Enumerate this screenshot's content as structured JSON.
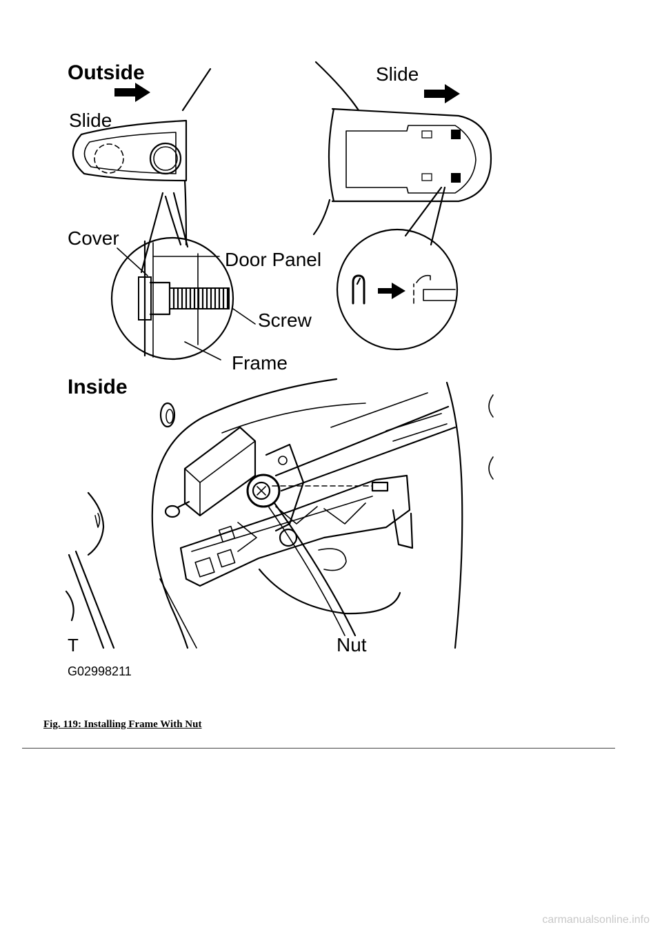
{
  "figure": {
    "labels": {
      "outside": "Outside",
      "slide_left": "Slide",
      "slide_right": "Slide",
      "cover": "Cover",
      "door_panel": "Door Panel",
      "screw": "Screw",
      "frame": "Frame",
      "inside": "Inside",
      "nut": "Nut",
      "corner_mark": "T",
      "figure_code": "G02998211"
    }
  },
  "caption": "Fig. 119: Installing Frame With Nut",
  "watermark": "carmanualsonline.info"
}
